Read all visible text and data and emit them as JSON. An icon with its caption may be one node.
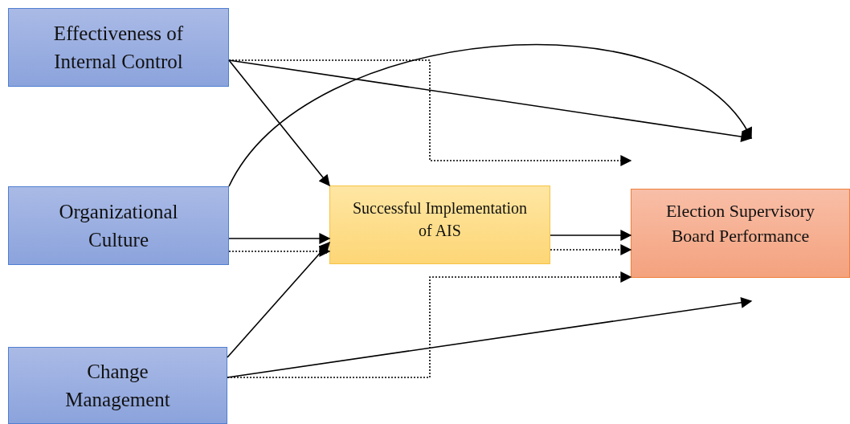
{
  "diagram": {
    "nodes": [
      {
        "text": [
          "Effectiveness of Internal Control"
        ]
      },
      {
        "text": [
          "Organizational Culture"
        ]
      },
      {
        "text": [
          "Change Management"
        ]
      },
      {
        "text": [
          "Successful Implementation of AIS"
        ]
      },
      {
        "text": [
          "Election Supervisory Board Performance"
        ]
      }
    ],
    "edges": [
      {
        "from": 0,
        "to": 3,
        "arrow": "to"
      },
      {
        "from": 0,
        "to": null,
        "arrow": "to"
      },
      {
        "from": 0,
        "to": null,
        "arrow": "to",
        "style": "dashed"
      },
      {
        "from": 1,
        "to": null,
        "arrow": "to"
      },
      {
        "from": 1,
        "to": 3,
        "arrow": "to"
      },
      {
        "from": 1,
        "to": 3,
        "arrow": "to",
        "style": "dashed"
      },
      {
        "from": 2,
        "to": 3,
        "arrow": "to"
      },
      {
        "from": 2,
        "to": null,
        "arrow": "to"
      },
      {
        "from": 2,
        "to": 4,
        "arrow": "to",
        "style": "dashed"
      },
      {
        "from": 3,
        "to": 4,
        "arrow": "to"
      },
      {
        "from": 3,
        "to": 4,
        "arrow": "to",
        "style": "dashed"
      }
    ]
  }
}
